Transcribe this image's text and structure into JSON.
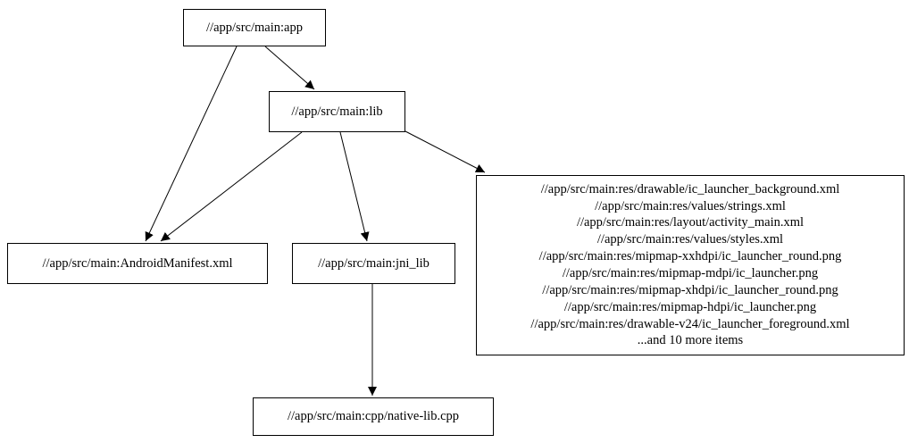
{
  "diagram": {
    "nodes": {
      "app": {
        "label": "//app/src/main:app"
      },
      "lib": {
        "label": "//app/src/main:lib"
      },
      "manifest": {
        "label": "//app/src/main:AndroidManifest.xml"
      },
      "jni_lib": {
        "label": "//app/src/main:jni_lib"
      },
      "res": {
        "lines": [
          "//app/src/main:res/drawable/ic_launcher_background.xml",
          "//app/src/main:res/values/strings.xml",
          "//app/src/main:res/layout/activity_main.xml",
          "//app/src/main:res/values/styles.xml",
          "//app/src/main:res/mipmap-xxhdpi/ic_launcher_round.png",
          "//app/src/main:res/mipmap-mdpi/ic_launcher.png",
          "//app/src/main:res/mipmap-xhdpi/ic_launcher_round.png",
          "//app/src/main:res/mipmap-hdpi/ic_launcher.png",
          "//app/src/main:res/drawable-v24/ic_launcher_foreground.xml",
          "...and 10 more items"
        ]
      },
      "cpp": {
        "label": "//app/src/main:cpp/native-lib.cpp"
      }
    },
    "edges": [
      {
        "from": "//app/src/main:app",
        "to": "//app/src/main:lib"
      },
      {
        "from": "//app/src/main:app",
        "to": "//app/src/main:AndroidManifest.xml"
      },
      {
        "from": "//app/src/main:lib",
        "to": "//app/src/main:AndroidManifest.xml"
      },
      {
        "from": "//app/src/main:lib",
        "to": "//app/src/main:jni_lib"
      },
      {
        "from": "//app/src/main:lib",
        "to": "//app/src/main:res (resource group)"
      },
      {
        "from": "//app/src/main:jni_lib",
        "to": "//app/src/main:cpp/native-lib.cpp"
      }
    ],
    "colors": {
      "node_border": "#000000",
      "node_fill": "#ffffff",
      "edge": "#000000",
      "background": "#ffffff"
    }
  }
}
